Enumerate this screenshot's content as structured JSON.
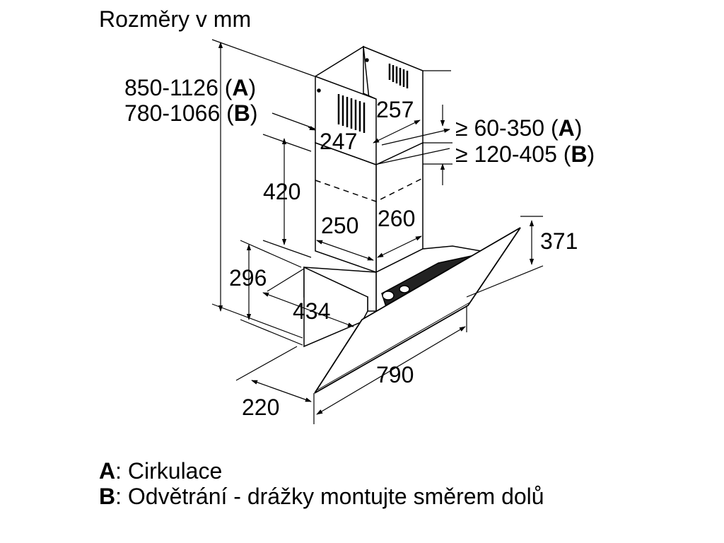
{
  "title": "Rozměry v mm",
  "dimensions": {
    "total_height_a": "850-1126 (A)",
    "total_height_b": "780-1066 (B)",
    "chimney_front_width": "247",
    "chimney_depth": "257",
    "gap_a": "≥ 60-350 (A)",
    "gap_b": "≥ 120-405 (B)",
    "lower_chimney_height": "420",
    "lower_chimney_width": "250",
    "lower_chimney_depth": "260",
    "glass_height": "371",
    "body_height": "296",
    "body_depth": "434",
    "width": "790",
    "bottom_depth": "220"
  },
  "legend": {
    "a_key": "A",
    "a_text": ": Cirkulace",
    "b_key": "B",
    "b_text": ": Odvětrání - drážky montujte směrem dolů"
  }
}
